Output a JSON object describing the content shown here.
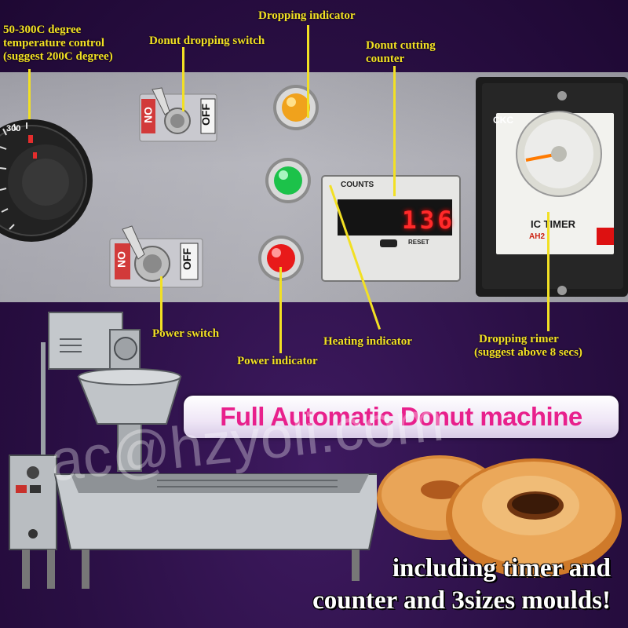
{
  "labels": {
    "temperature_control": [
      "50-300C degree",
      "temperature control",
      "(suggest 200C degree)"
    ],
    "donut_dropping_switch": "Donut dropping switch",
    "dropping_indicator": "Dropping indicator",
    "donut_cutting_counter": [
      "Donut cutting",
      "counter"
    ],
    "power_switch": "Power switch",
    "heating_indicator": "Heating indicator",
    "power_indicator": "Power indicator",
    "dropping_timer": [
      "Dropping rimer",
      "(suggest above 8 secs)"
    ]
  },
  "headline": "Full Automatic Donut machine",
  "tagline": [
    "including timer and",
    "counter and 3sizes moulds!"
  ],
  "watermark": "ac@hzyoli.com",
  "panel_printed_text": {
    "switch_off": "OFF",
    "switch_on": "ON",
    "counter_brand": "COUNTS",
    "counter_value": "136",
    "counter_reset": "RESET",
    "timer_brand": "CKC",
    "timer_name": "IC TIMER",
    "timer_type": "AH2",
    "dial_number": "300"
  },
  "colors": {
    "label_yellow": "#f2e024",
    "headline_pink": "#e8208c",
    "indicator_orange": "#f0a21c",
    "indicator_green": "#1cc24a",
    "indicator_red": "#e81a1a",
    "background_purple": "#2a0f44"
  }
}
